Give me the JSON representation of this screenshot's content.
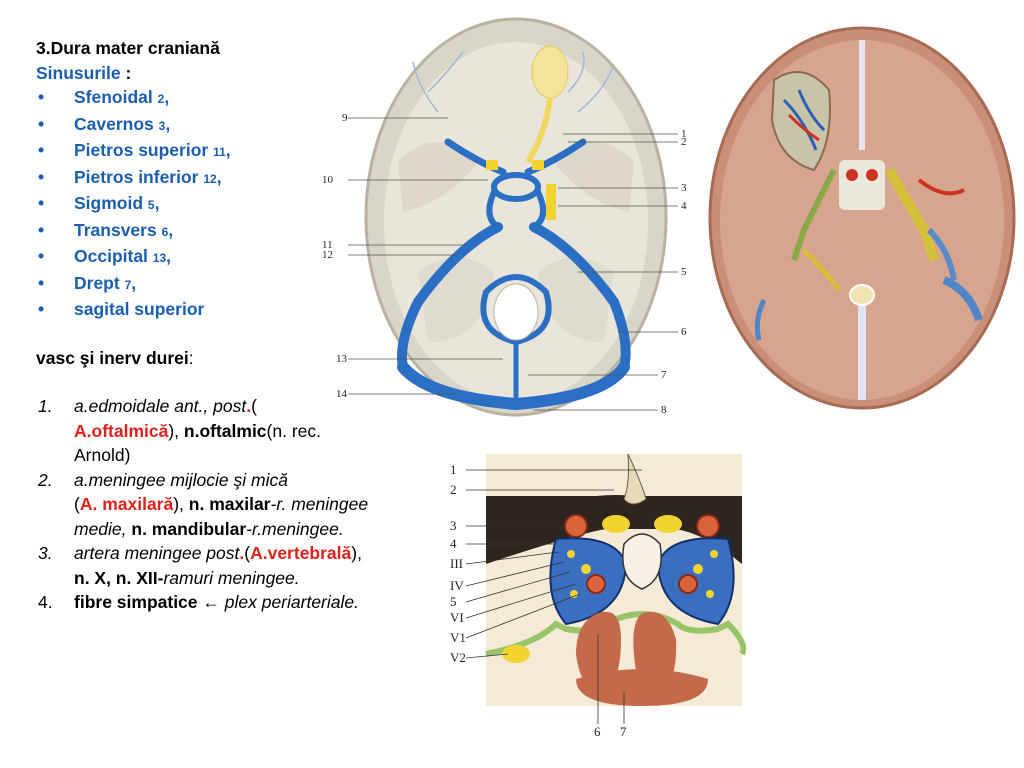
{
  "title": "3.Dura mater craniană",
  "sinuses": {
    "heading": "Sinusurile",
    "colon": " :",
    "bullet": "•",
    "items": [
      {
        "name": "Sfenoidal",
        "num": "2",
        "punct": ","
      },
      {
        "name": "Cavernos",
        "num": "3",
        "punct": ","
      },
      {
        "name": "Pietros superior",
        "num": "11",
        "punct": ","
      },
      {
        "name": "Pietros inferior",
        "num": "12",
        "punct": ","
      },
      {
        "name": "Sigmoid",
        "num": "5",
        "punct": ","
      },
      {
        "name": "Transvers",
        "num": "6",
        "punct": ","
      },
      {
        "name": "Occipital",
        "num": "13",
        "punct": ","
      },
      {
        "name": "Drept",
        "num": "7",
        "punct": ","
      },
      {
        "name": "sagital superior",
        "num": "",
        "punct": ""
      }
    ]
  },
  "vasc": {
    "heading": "vasc şi inerv durei",
    "colon": ":"
  },
  "list": {
    "i1": {
      "n": "1.",
      "a": "a.edmoidale ant., post",
      "dot": ".",
      "b": "(",
      "c": "A.oftalmică",
      "d": "), ",
      "e": "n.oftalmic",
      "f": "(n. rec. Arnold)"
    },
    "i2": {
      "n": "2.",
      "a": " a.meningee mijlocie şi mică",
      "b": " (",
      "c": "A. maxilară",
      "d": "), ",
      "e": "n. maxilar",
      "f": "-r. meningee medie, ",
      "g": "n. mandibular",
      "h": "-r.meningee."
    },
    "i3": {
      "n": "3.",
      "a": "artera meningee post",
      "dot": ".",
      "b": "(",
      "c": "A.vertebrală",
      "d": "), ",
      "e": "n. X, n. XII-",
      "f": "ramuri meningee."
    },
    "i4": {
      "n": "4.",
      "a": " fibre simpatice ",
      "arrow": "←",
      "b": " plex periarteriale."
    }
  },
  "figure1": {
    "left_labels": [
      "9",
      "10",
      "11",
      "12",
      "13",
      "14"
    ],
    "right_labels": [
      "1",
      "2",
      "3",
      "4",
      "5",
      "6",
      "7",
      "8"
    ]
  },
  "figure3": {
    "left_labels": [
      "1",
      "2",
      "3",
      "4",
      "III",
      "IV",
      "5",
      "VI",
      "V1",
      "V2"
    ],
    "bottom_labels": [
      "6",
      "7"
    ]
  },
  "colors": {
    "sinus_blue": "#2a6fc4",
    "heading_blue": "#1a5eb0",
    "highlight_red": "#e0201a",
    "nerve_yellow": "#f2d431"
  }
}
